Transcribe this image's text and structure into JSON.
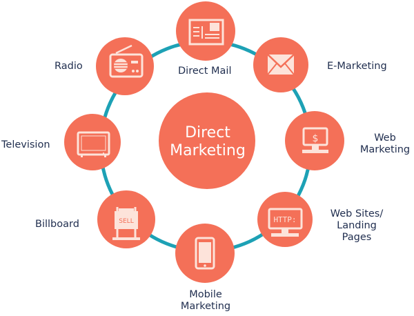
{
  "center": {
    "line1": "Direct",
    "line2": "Marketing"
  },
  "channels": [
    {
      "label": "Direct Mail",
      "icon": "postcard-icon"
    },
    {
      "label": "E-Marketing",
      "icon": "envelope-icon"
    },
    {
      "line1": "Web",
      "line2": "Marketing",
      "icon": "dollar-monitor-icon"
    },
    {
      "line1": "Web Sites/",
      "line2": "Landing",
      "line3": "Pages",
      "icon": "http-monitor-icon"
    },
    {
      "line1": "Mobile",
      "line2": "Marketing",
      "icon": "mobile-phone-icon"
    },
    {
      "label": "Billboard",
      "icon": "sell-sign-icon"
    },
    {
      "label": "Television",
      "icon": "television-icon"
    },
    {
      "label": "Radio",
      "icon": "radio-icon"
    }
  ],
  "icon_labels": {
    "http": "HTTP:",
    "sell": "SELL",
    "dollar": "$"
  },
  "colors": {
    "node": "#F47058",
    "ring": "#1DA1B5",
    "icon": "#FDE3DA",
    "text": "#1F2D4E"
  }
}
